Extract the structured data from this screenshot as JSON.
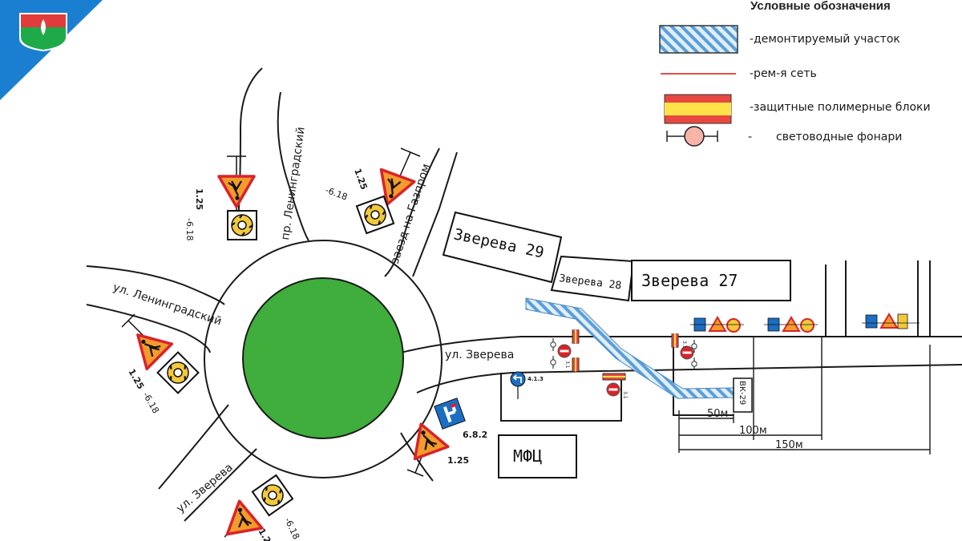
{
  "legend": {
    "title": "Условные обозначения",
    "items": [
      {
        "id": "dismantled",
        "label": "-демонтируемый участок"
      },
      {
        "id": "repair",
        "label": "-рем-я сеть"
      },
      {
        "id": "blocks",
        "label": "-защитные полимерные блоки"
      },
      {
        "id": "lamps",
        "label": "-",
        "label2": "световодные фонари"
      }
    ]
  },
  "streets": {
    "leningradsky_prospekt": "пр. Ленинградский",
    "gazprom_entry": "заезд на Газпром",
    "leningradsky_ulitsa": "ул. Ленинградский",
    "zvereva_top": "ул. Зверева",
    "zvereva_bottom": "ул. Зверева"
  },
  "buildings": {
    "zvereva29": "Зверева 29",
    "zvereva28": "Зверева 28",
    "zvereva27": "Зверева 27",
    "mfc": "МФЦ",
    "vk29": "ВК-29"
  },
  "sign_codes": {
    "roadwork": "1.25",
    "roundabout": "-6.18",
    "road_end": "6.8.2",
    "turn": "4.1.3",
    "no_entry_1": "3.1",
    "no_entry_2": "3.1",
    "no_entry_3": "3.1"
  },
  "dimensions": {
    "d50": "50м",
    "d100": "100м",
    "d150": "150м"
  },
  "colors": {
    "roundabout_green": "#3fae3c",
    "dismantled_blue": "#6aa8dc",
    "repair_red": "#e0504a",
    "block_yellow": "#ffe14a",
    "block_red": "#e8483f",
    "sign_orange": "#f39b2b",
    "sign_red": "#d9232a",
    "sign_blue": "#1b6ec2",
    "logo_blue": "#1b7fd1"
  },
  "icons": {
    "logo": "municipal-emblem-icon",
    "roadwork": "road-works-sign-icon",
    "roundabout": "roundabout-sign-icon",
    "no_entry": "no-entry-sign-icon",
    "lamp": "light-lamp-icon"
  }
}
